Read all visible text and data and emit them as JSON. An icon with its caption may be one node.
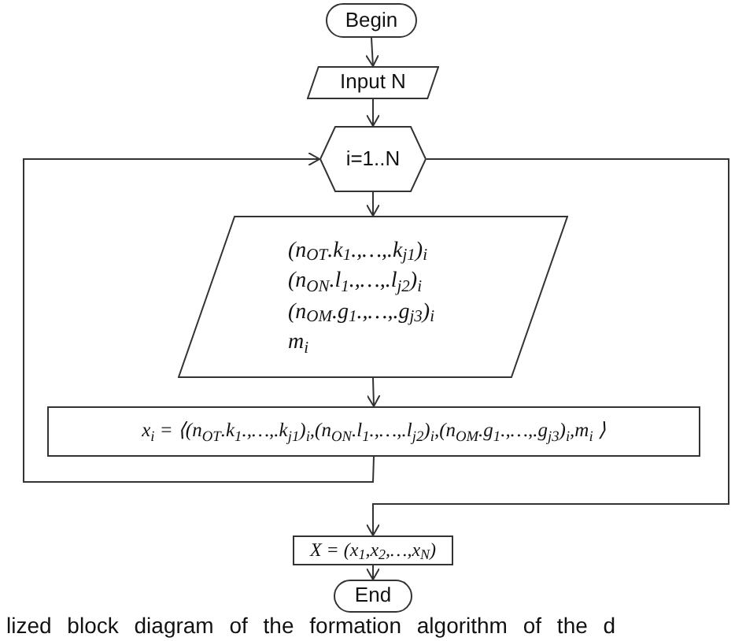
{
  "diagram": {
    "caption": "lized block diagram of the formation algorithm of the d",
    "nodes": [
      {
        "text": [
          "Begin"
        ]
      },
      {
        "text": [
          "Input N"
        ]
      },
      {
        "text": [
          "i=1..N"
        ]
      },
      {
        "text": [
          "(n$_{OT}$.k$_{1}$.,…,.k$_{j1}$)$_{i}$",
          "(n$_{ON}$.l$_{1}$.,…,.l$_{j2}$)$_{i}$",
          "(n$_{OM}$.g$_{1}$.,…,.g$_{j3}$)$_{i}$",
          "m$_{i}$"
        ]
      },
      {
        "text": [
          "x$_{i}$ = ⟨(n$_{OT}$.k$_{1}$.,…,.k$_{j1}$)$_{i}$,(n$_{ON}$.l$_{1}$.,…,.l$_{j2}$)$_{i}$,(n$_{OM}$.g$_{1}$.,…,.g$_{j3}$)$_{i}$,m$_{i}$ ⟩"
        ]
      },
      {
        "text": [
          "X = (x$_{1}$,x$_{2}$,…,x$_{N}$)"
        ]
      },
      {
        "text": [
          "End"
        ]
      }
    ],
    "edges": [
      {
        "from": 0,
        "to": 1,
        "arrow": "to"
      },
      {
        "from": 1,
        "to": 2,
        "arrow": "to"
      },
      {
        "from": 2,
        "to": 3,
        "arrow": "to"
      },
      {
        "from": 3,
        "to": 4,
        "arrow": "to"
      },
      {
        "from": 4,
        "to": 2,
        "arrow": "to"
      },
      {
        "from": 2,
        "to": 5,
        "arrow": "to"
      },
      {
        "from": 5,
        "to": 6,
        "arrow": "to"
      }
    ]
  }
}
